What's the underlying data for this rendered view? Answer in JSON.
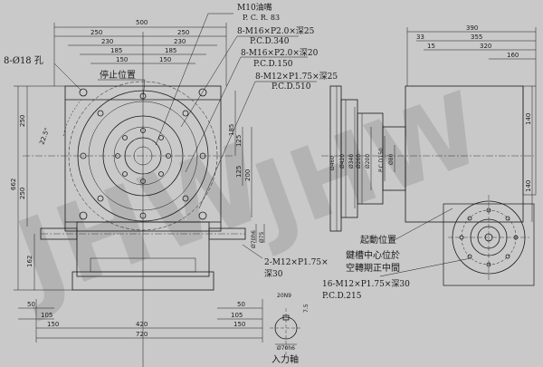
{
  "watermark": "JHW",
  "colors": {
    "background": "#c9c9c9",
    "line": "#1a1a1a",
    "watermark": "#9f9f9f"
  },
  "front_view": {
    "dim_top": [
      "500",
      "250",
      "250",
      "230",
      "230",
      "185",
      "185",
      "150",
      "150"
    ],
    "dim_left": [
      "250",
      "250",
      "662",
      "162"
    ],
    "angle": "22.5°",
    "dim_right": [
      "185",
      "125",
      "125",
      "200"
    ],
    "dim_bottom": [
      "50",
      "105",
      "150",
      "420",
      "150",
      "720",
      "105",
      "50"
    ],
    "small_dims": [
      "Ø70h6",
      "Ø75"
    ],
    "input_shaft_dims": [
      "20N9",
      "7.5",
      "Ø70h6"
    ]
  },
  "side_view": {
    "dim_top": [
      "390",
      "355",
      "320",
      "33",
      "160",
      "15"
    ],
    "dim_vertical": [
      "Ø460",
      "Ø420",
      "Ø340",
      "Ø260",
      "Ø200",
      "P.C.D150",
      "Ø80"
    ],
    "dim_right": [
      "140",
      "140"
    ]
  },
  "callouts": {
    "holes_8": "8-Ø18 孔",
    "stop_position": "停止位置",
    "oil_nozzle": "M10油嘴",
    "pcr": "P. C. R. 83",
    "m16_25": "8-M16×P2.0×深25",
    "pcd340": "P.C.D.340",
    "m16_20": "8-M16×P2.0×深20",
    "pcd150": "P.C.D.150",
    "m12_25": "8-M12×P1.75×深25",
    "pcd510": "P.C.D.510",
    "m12_2": "2-M12×P1.75×",
    "depth30": "深30",
    "start_position": "起動位置",
    "keyway_1": "鍵槽中心位於",
    "keyway_2": "空轉期正中間",
    "m12_16": "16-M12×P1.75×深30",
    "pcd215": "P.C.D.215",
    "input_shaft": "入力軸"
  }
}
